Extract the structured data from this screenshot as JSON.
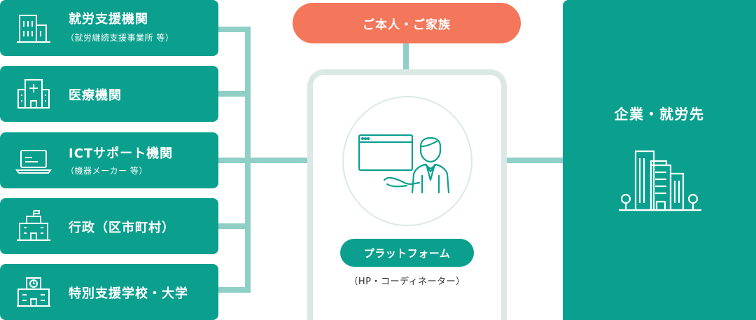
{
  "left_items": [
    {
      "label": "就労支援機関",
      "sub": "（就労継続支援事業所 等）",
      "icon": "office-building-icon"
    },
    {
      "label": "医療機関",
      "sub": "",
      "icon": "hospital-icon"
    },
    {
      "label": "ICTサポート機関",
      "sub": "（機器メーカー 等）",
      "icon": "laptop-icon"
    },
    {
      "label": "行政（区市町村）",
      "sub": "",
      "icon": "city-hall-icon"
    },
    {
      "label": "特別支援学校・大学",
      "sub": "",
      "icon": "school-icon"
    }
  ],
  "top": {
    "label": "ご本人・ご家族"
  },
  "platform": {
    "label": "プラットフォーム",
    "sub": "（HP・コーディネーター）",
    "icon": "coordinator-with-browser-icon"
  },
  "right": {
    "label": "企業・就労先",
    "icon": "company-buildings-icon"
  },
  "colors": {
    "teal": "#0ba08e",
    "orange": "#f4775b",
    "connector": "#8fcfc6",
    "panel_border": "#dbe9e5"
  }
}
